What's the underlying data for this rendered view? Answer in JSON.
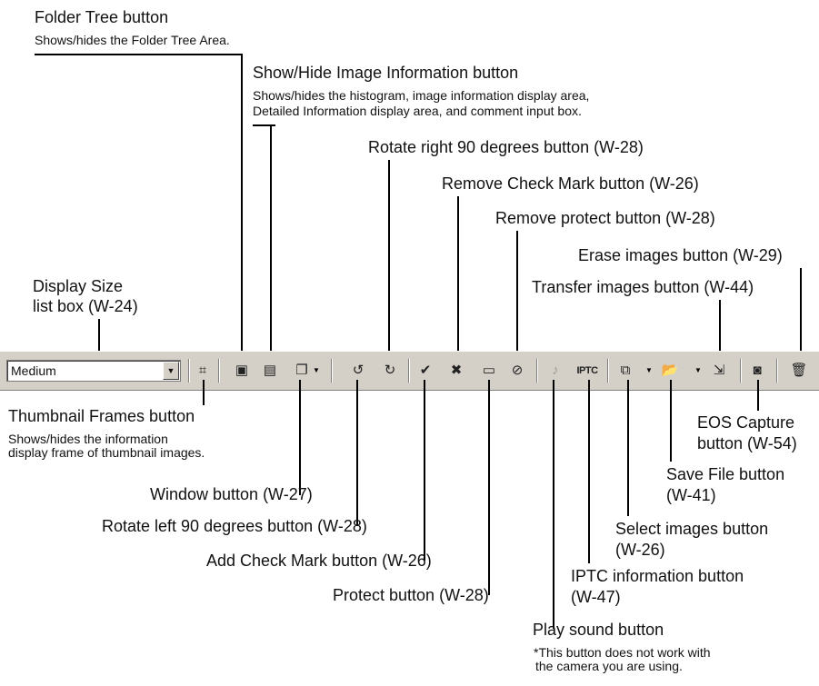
{
  "toolbar": {
    "display_size_value": "Medium",
    "iptc_label": "IPTC",
    "icons": [
      "thumbnail-frames-icon",
      "folder-tree-icon",
      "show-hide-info-icon",
      "window-icon",
      "rotate-left-icon",
      "rotate-right-icon",
      "check-mark-icon",
      "remove-check-mark-icon",
      "protect-icon",
      "remove-protect-icon",
      "play-sound-icon",
      "iptc-icon",
      "select-images-icon",
      "save-file-icon",
      "transfer-images-icon",
      "eos-capture-icon",
      "erase-images-icon"
    ]
  },
  "callouts_top": {
    "folder_tree": {
      "title": "Folder Tree button",
      "desc": "Shows/hides the Folder Tree Area."
    },
    "show_hide_info": {
      "title": "Show/Hide Image Information button",
      "desc_line1": "Shows/hides the histogram, image information display area,",
      "desc_line2": "Detailed Information display area, and comment input box."
    },
    "rotate_right": "Rotate right 90 degrees button (W-28)",
    "remove_check": "Remove Check Mark button (W-26)",
    "remove_protect": "Remove protect button (W-28)",
    "erase_images": "Erase images button (W-29)",
    "transfer_images": "Transfer images button (W-44)",
    "display_size_line1": "Display Size",
    "display_size_line2": "list box (W-24)"
  },
  "callouts_bottom": {
    "thumbnail_frames": {
      "title": "Thumbnail Frames button",
      "desc_line1": "Shows/hides the information",
      "desc_line2": "display frame of thumbnail images."
    },
    "window": "Window button (W-27)",
    "rotate_left": "Rotate left 90 degrees button (W-28)",
    "add_check": "Add Check Mark button (W-26)",
    "protect": "Protect button (W-28)",
    "play_sound": {
      "title": "Play sound button",
      "note_line1": "*This button does not work with",
      "note_line2": "the camera you are using."
    },
    "iptc_info": {
      "line1": "IPTC information button",
      "line2": "(W-47)"
    },
    "select_images": {
      "line1": "Select images button",
      "line2": "(W-26)"
    },
    "save_file": {
      "line1": "Save File button",
      "line2": "(W-41)"
    },
    "eos_capture": {
      "line1": "EOS Capture",
      "line2": "button (W-54)"
    }
  }
}
